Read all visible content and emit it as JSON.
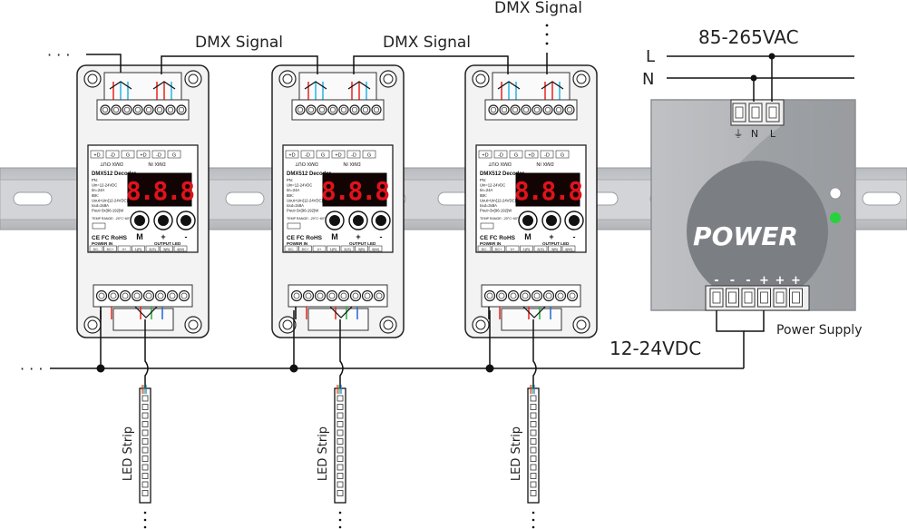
{
  "labels": {
    "dmx_signal_left": "DMX Signal",
    "dmx_signal_mid": "DMX Signal",
    "dmx_signal_top": "DMX Signal",
    "ac_voltage": "85-265VAC",
    "line_l": "L",
    "line_n": "N",
    "dc_voltage": "12-24VDC",
    "power_supply": "Power Supply",
    "power_brand": "POWER",
    "psu_n": "N",
    "psu_l": "L",
    "led_strip_1": "LED Strip",
    "led_strip_2": "LED Strip",
    "led_strip_3": "LED Strip",
    "ellipsis_left": "· · ·",
    "ellipsis_dc": "· · ·",
    "minus": "-",
    "plus": "+"
  },
  "decoder": {
    "model": "DMX512 Decoder",
    "spec_lines": [
      "PN:",
      "Uin=12-24VDC",
      "Iin=24A",
      "IBK:",
      "Uout=Uin(12-24VDC)",
      "Iout=3x8A",
      "Pout=3x(96-192)W"
    ],
    "dmx_out_label": "DMX OUT",
    "dmx_in_label": "DMX IN",
    "dmx_pins": [
      "+D",
      "-D",
      "G",
      "+D",
      "-D",
      "G"
    ],
    "temp_text": "TEMP RANGE: -20°C~60°C",
    "cert": "CE FC RoHS",
    "power_in_label": "POWER IN",
    "output_label": "OUTPUT LED",
    "bottom_pins": [
      "DC-",
      "DC+",
      "V+",
      "1(R)",
      "2(G)",
      "3(B)",
      "4(W)"
    ],
    "button_labels": [
      "M",
      "+",
      "-"
    ],
    "displays": [
      "8.8.8",
      "8.8.8",
      "8.8.8"
    ]
  },
  "colors": {
    "wire": "#111111",
    "dmx_red": "#e8312c",
    "dmx_cyan": "#32b8e8",
    "strip_red": "#e8312c",
    "strip_green": "#33b14a",
    "strip_blue": "#2f6fd8",
    "segment_red": "#e0131b",
    "display_bg": "#130404",
    "rail": "#c6c9cc",
    "psu_body": "#b7b9bc",
    "psu_dark": "#7c7f83",
    "led_green": "#27d23d"
  }
}
